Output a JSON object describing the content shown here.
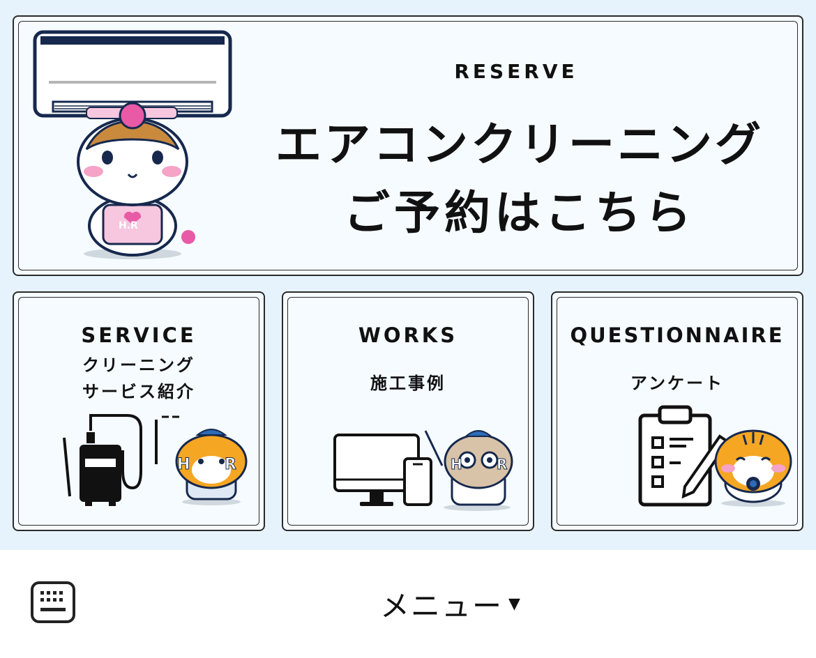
{
  "reserve": {
    "title_en": "RESERVE",
    "title_jp_line1": "エアコンクリーニング",
    "title_jp_line2": "ご予約はこちら",
    "mascot_badge": "H.R"
  },
  "service": {
    "title_en": "SERVICE",
    "title_jp_line1": "クリーニング",
    "title_jp_line2": "サービス紹介",
    "mascot_badge_left": "H",
    "mascot_badge_right": "R"
  },
  "works": {
    "title_en": "WORKS",
    "title_jp": "施工事例",
    "mascot_badge_left": "H",
    "mascot_badge_right": "R"
  },
  "questionnaire": {
    "title_en": "QUESTIONNAIRE",
    "title_jp": "アンケート"
  },
  "bottom": {
    "menu_label": "メニュー",
    "menu_arrow": "▼"
  },
  "colors": {
    "background": "#e6f3fd",
    "card": "#f6fbff",
    "border": "#2a2a2a",
    "hamster_orange": "#f5a623",
    "pink": "#f5a3c7"
  }
}
